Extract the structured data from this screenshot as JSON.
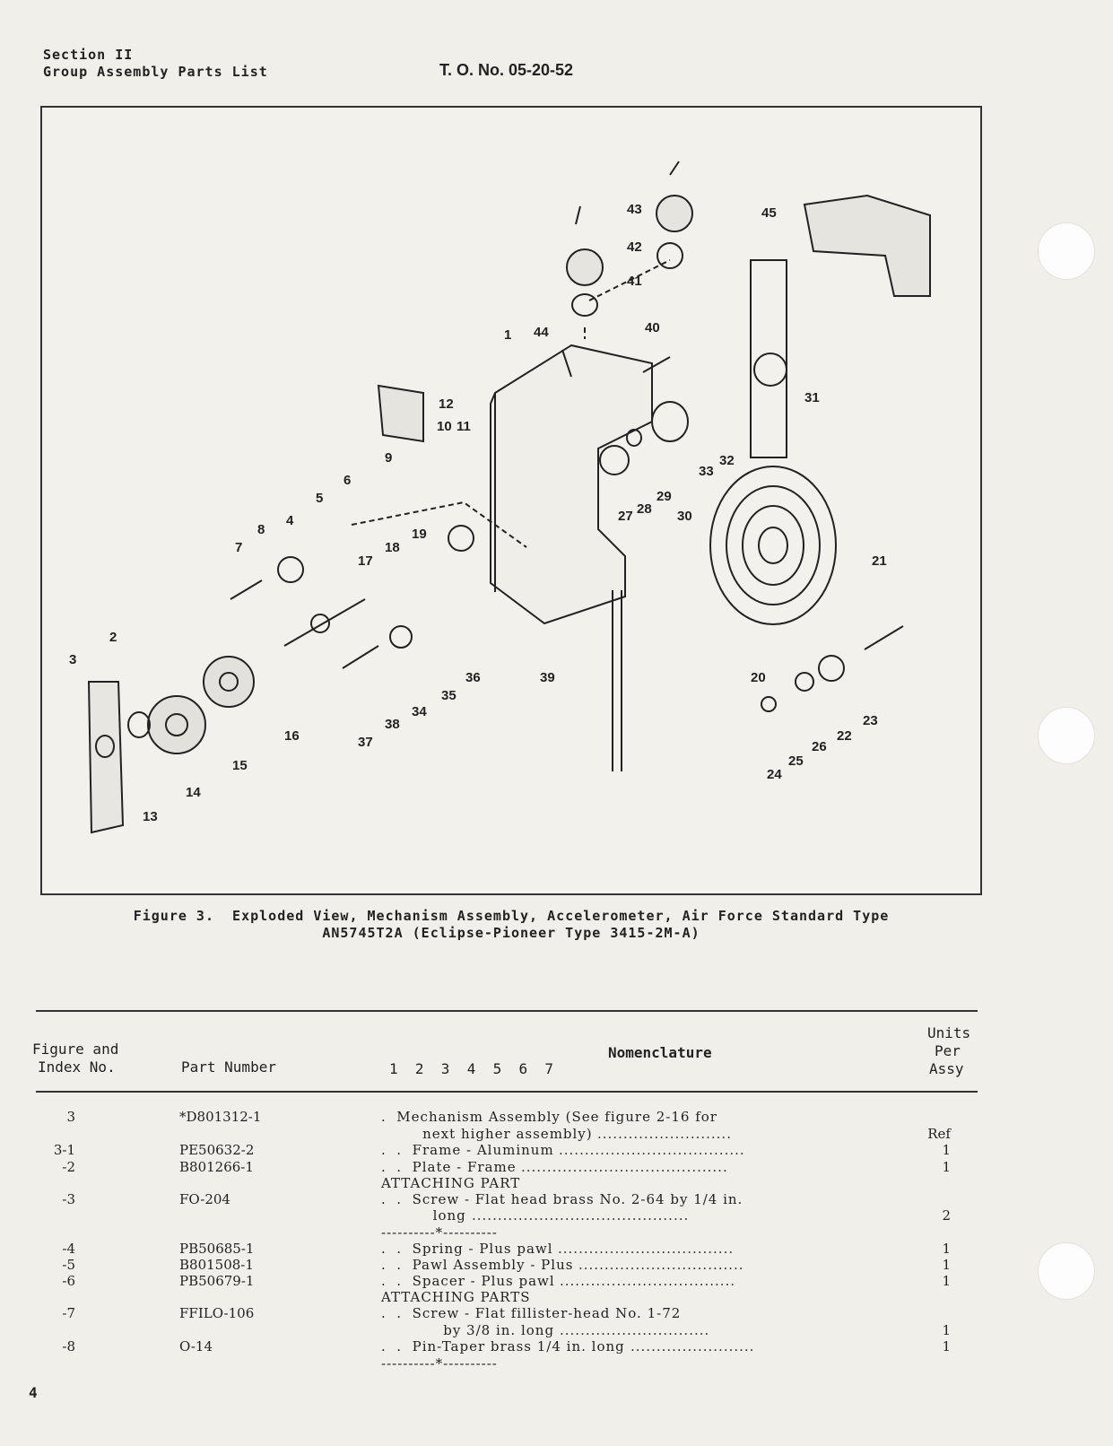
{
  "header": {
    "section": "Section II",
    "group": "Group Assembly Parts List",
    "to_number": "T. O. No. 05-20-52"
  },
  "figure": {
    "caption_line1": "Figure 3.  Exploded View, Mechanism Assembly, Accelerometer, Air Force Standard Type",
    "caption_line2": "AN5745T2A (Eclipse-Pioneer Type 3415-2M-A)",
    "callouts": [
      "1",
      "2",
      "3",
      "4",
      "5",
      "6",
      "7",
      "8",
      "9",
      "10",
      "11",
      "12",
      "13",
      "14",
      "15",
      "16",
      "17",
      "18",
      "19",
      "20",
      "21",
      "22",
      "23",
      "24",
      "25",
      "26",
      "27",
      "28",
      "29",
      "30",
      "31",
      "32",
      "33",
      "34",
      "35",
      "36",
      "37",
      "38",
      "39",
      "40",
      "41",
      "42",
      "43",
      "44",
      "45"
    ]
  },
  "table": {
    "headers": {
      "figure_index_1": "Figure and",
      "figure_index_2": "Index No.",
      "part_number": "Part Number",
      "indent_levels": "1  2  3  4  5  6  7",
      "nomenclature": "Nomenclature",
      "units_1": "Units",
      "units_2": "Per",
      "units_3": "Assy"
    },
    "rows": [
      {
        "idx": "3",
        "pn": "*D801312-1",
        "nom": ".  Mechanism Assembly (See figure 2-16 for",
        "qty": ""
      },
      {
        "idx": "",
        "pn": "",
        "nom": "        next higher assembly) ",
        "lead": "..........................",
        "qty": "Ref"
      },
      {
        "idx": "3-1",
        "pn": "PE50632-2",
        "nom": ".  .  Frame - Aluminum ",
        "lead": "....................................",
        "qty": "1"
      },
      {
        "idx": "-2",
        "pn": "B801266-1",
        "nom": ".  .  Plate - Frame ",
        "lead": "........................................",
        "qty": "1"
      },
      {
        "idx": "",
        "pn": "",
        "nom": "ATTACHING PART",
        "qty": ""
      },
      {
        "idx": "-3",
        "pn": "FO-204",
        "nom": ".  .  Screw - Flat head brass No. 2-64 by 1/4 in.",
        "qty": ""
      },
      {
        "idx": "",
        "pn": "",
        "nom": "          long ",
        "lead": "..........................................",
        "qty": "2"
      },
      {
        "idx": "",
        "pn": "",
        "nom": "----------*----------",
        "qty": ""
      },
      {
        "idx": "-4",
        "pn": "PB50685-1",
        "nom": ".  .  Spring - Plus pawl ",
        "lead": "..................................",
        "qty": "1"
      },
      {
        "idx": "-5",
        "pn": "B801508-1",
        "nom": ".  .  Pawl Assembly - Plus ",
        "lead": "................................",
        "qty": "1"
      },
      {
        "idx": "-6",
        "pn": "PB50679-1",
        "nom": ".  .  Spacer - Plus pawl ",
        "lead": "..................................",
        "qty": "1"
      },
      {
        "idx": "",
        "pn": "",
        "nom": "ATTACHING PARTS",
        "qty": ""
      },
      {
        "idx": "-7",
        "pn": "FFILO-106",
        "nom": ".  .  Screw - Flat fillister-head No. 1-72",
        "qty": ""
      },
      {
        "idx": "",
        "pn": "",
        "nom": "            by 3/8 in. long ",
        "lead": ".............................",
        "qty": "1"
      },
      {
        "idx": "-8",
        "pn": "O-14",
        "nom": ".  .  Pin-Taper brass 1/4 in. long ",
        "lead": "........................",
        "qty": "1"
      },
      {
        "idx": "",
        "pn": "",
        "nom": "----------*----------",
        "qty": ""
      }
    ]
  },
  "page_number": "4"
}
